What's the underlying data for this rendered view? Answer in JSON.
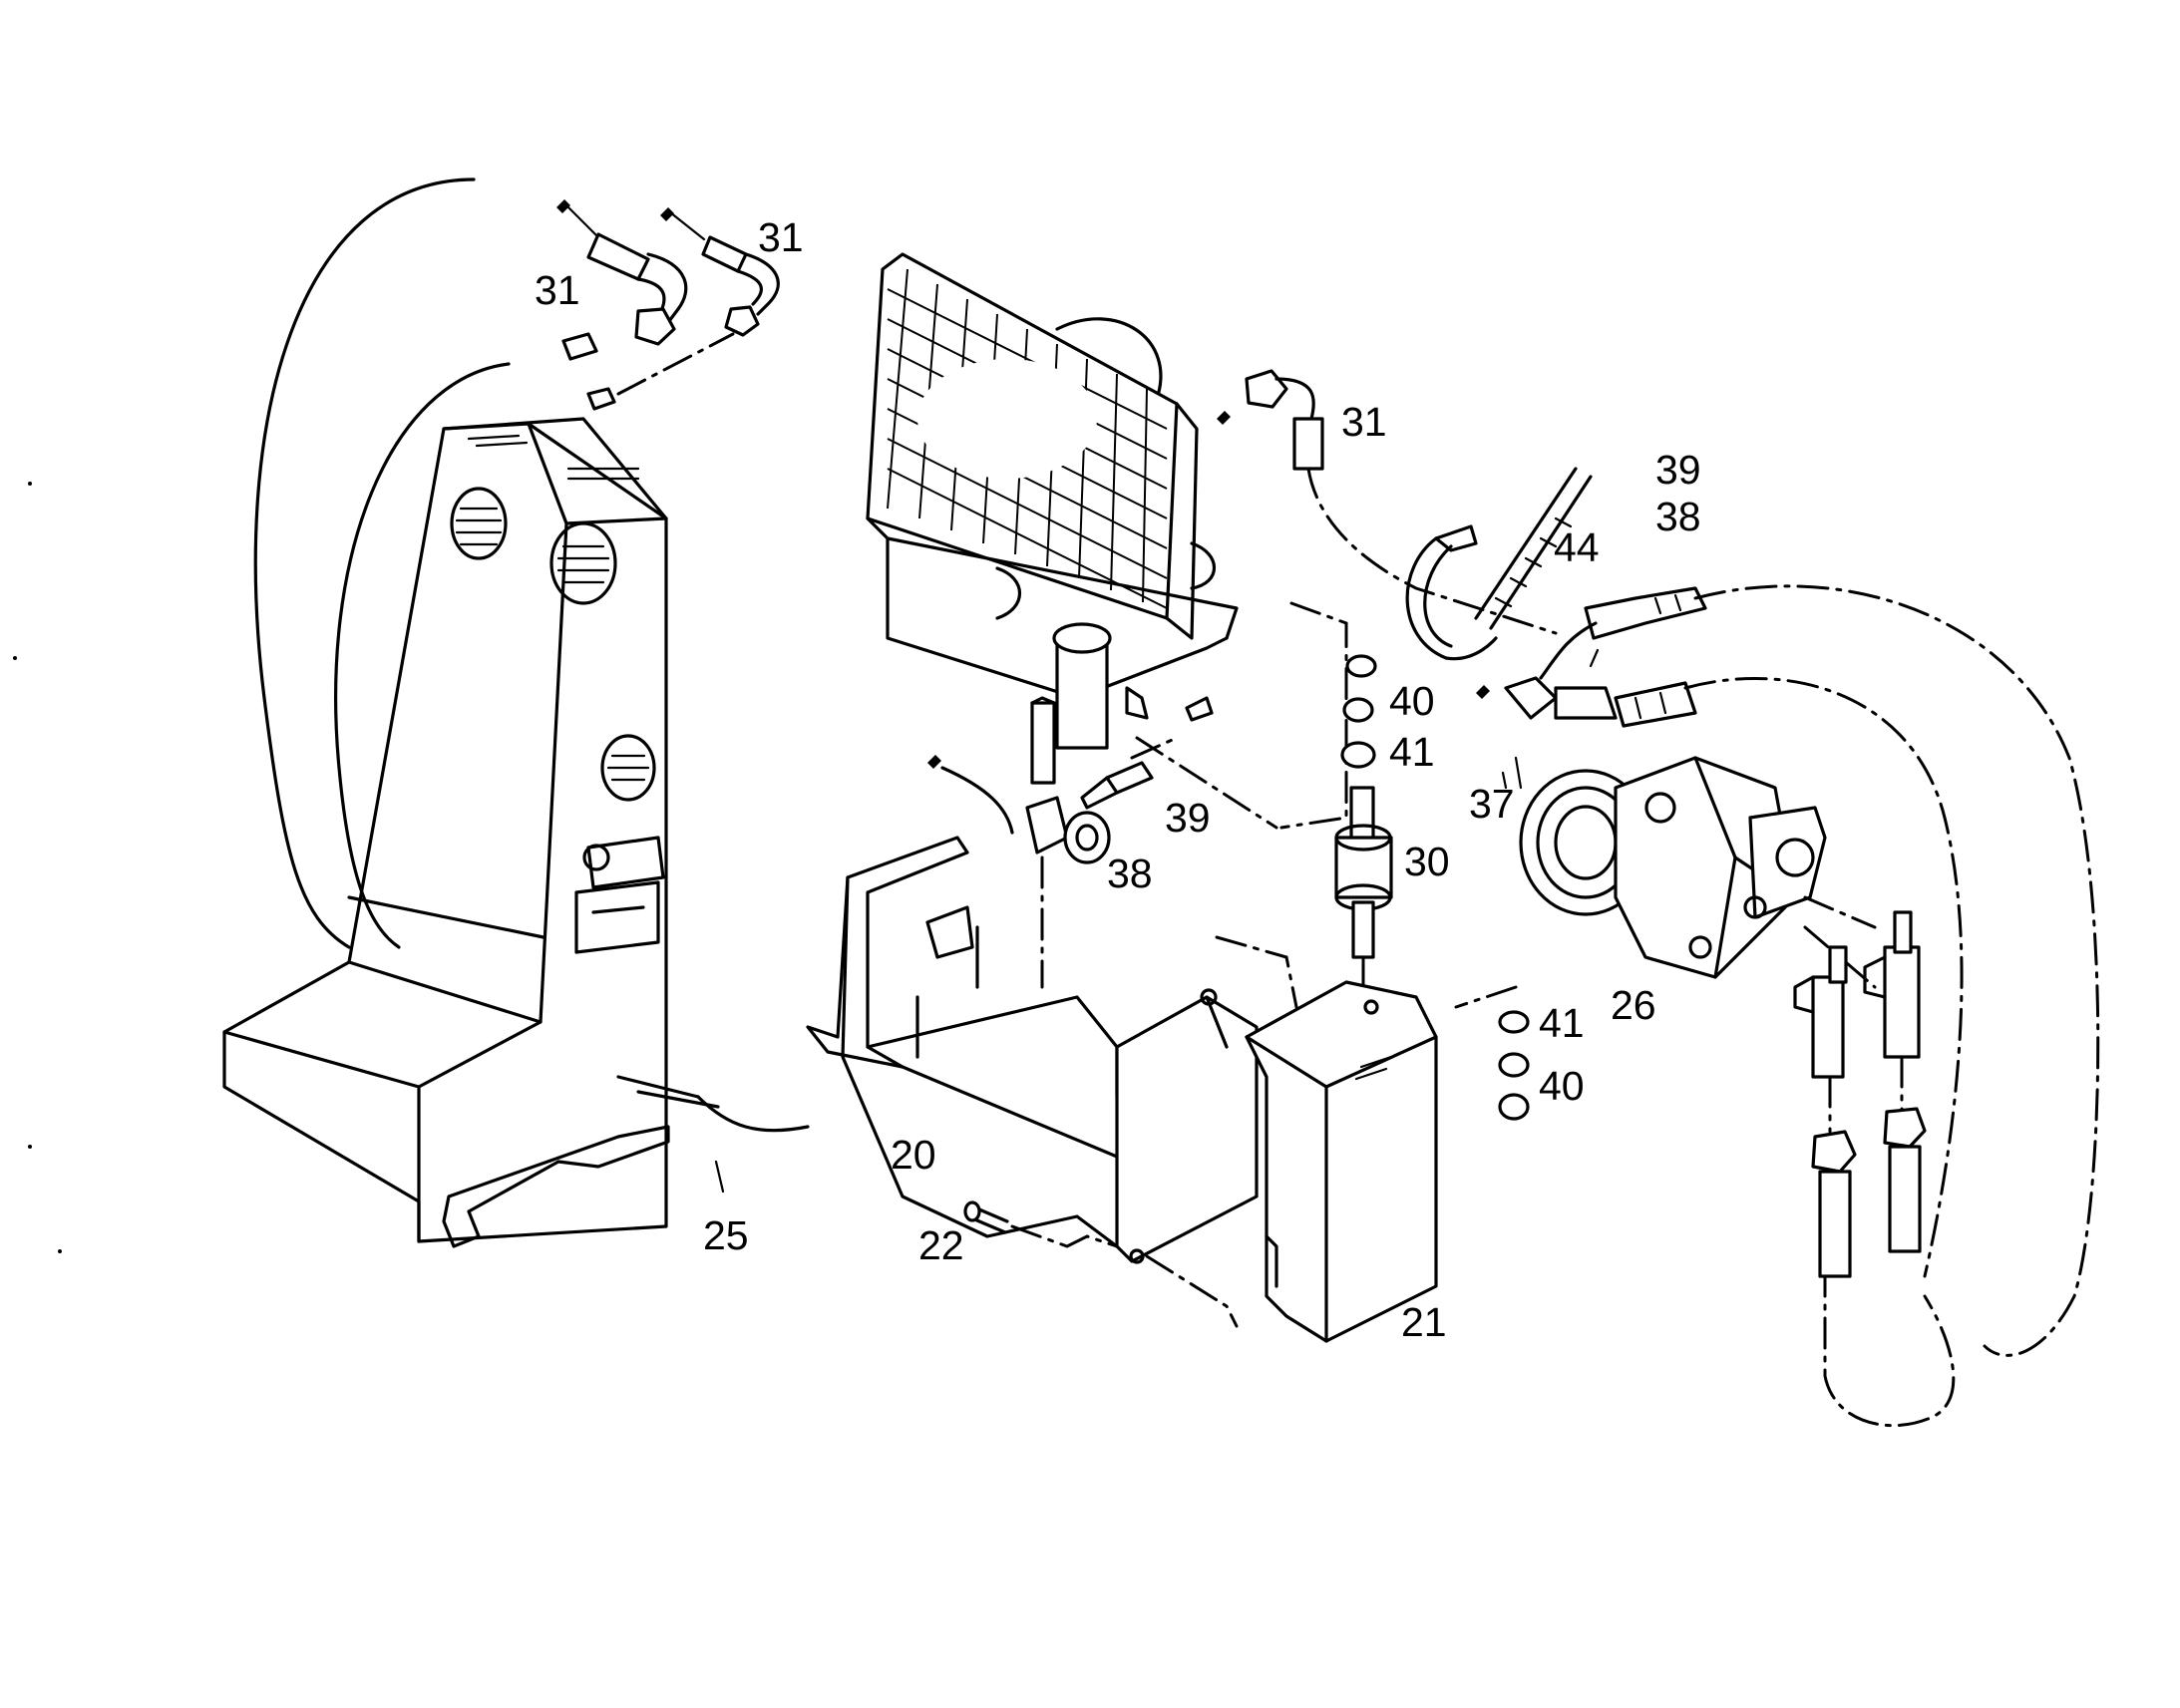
{
  "callouts": [
    {
      "id": "c31a",
      "label": "31"
    },
    {
      "id": "c31b",
      "label": "31"
    },
    {
      "id": "c31c",
      "label": "31"
    },
    {
      "id": "c39a",
      "label": "39"
    },
    {
      "id": "c38a",
      "label": "38"
    },
    {
      "id": "c44",
      "label": "44"
    },
    {
      "id": "c40a",
      "label": "40"
    },
    {
      "id": "c41a",
      "label": "41"
    },
    {
      "id": "c37",
      "label": "37"
    },
    {
      "id": "c39b",
      "label": "39"
    },
    {
      "id": "c38b",
      "label": "38"
    },
    {
      "id": "c30",
      "label": "30"
    },
    {
      "id": "c26",
      "label": "26"
    },
    {
      "id": "c41b",
      "label": "41"
    },
    {
      "id": "c40b",
      "label": "40"
    },
    {
      "id": "c20",
      "label": "20"
    },
    {
      "id": "c25",
      "label": "25"
    },
    {
      "id": "c22",
      "label": "22"
    },
    {
      "id": "c21",
      "label": "21"
    }
  ]
}
